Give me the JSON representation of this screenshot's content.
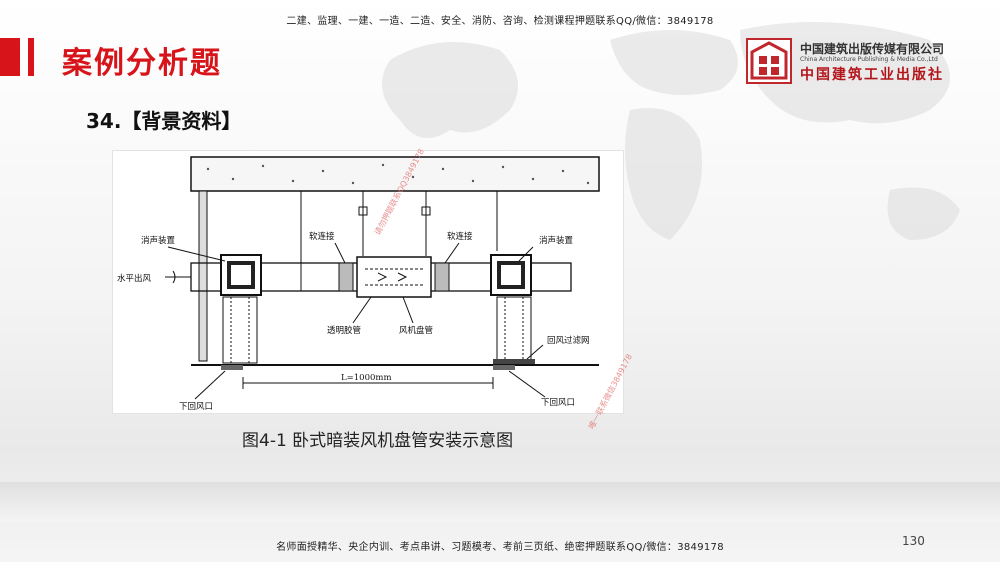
{
  "banner_top": "二建、监理、一建、一造、二造、安全、消防、咨询、检测课程押题联系QQ/微信：3849178",
  "section_title": "案例分析题",
  "logo": {
    "name_cn": "中国建筑出版传媒有限公司",
    "name_en": "China Architecture Publishing & Media Co.,Ltd",
    "name_cn2": "中国建筑工业出版社"
  },
  "question_title": "34.【背景资料】",
  "figure": {
    "labels": {
      "muffler_left": "消声装置",
      "muffler_right": "消声装置",
      "soft_left": "软连接",
      "soft_right": "软连接",
      "horizontal_outlet": "水平出风",
      "clear_hose": "透明胶管",
      "fan_coil": "风机盘管",
      "return_filter": "回风过滤网",
      "return_left": "下回风口",
      "return_right": "下回风口",
      "dimension": "L=1000mm"
    },
    "caption": "图4-1 卧式暗装风机盘管安装示意图"
  },
  "watermarks": [
    "请勿押题联系QQ3849178",
    "唯一联系微信3849178"
  ],
  "banner_bottom": "名师面授精华、央企内训、考点串讲、习题模考、考前三页纸、绝密押题联系QQ/微信：3849178",
  "page_number": "130"
}
